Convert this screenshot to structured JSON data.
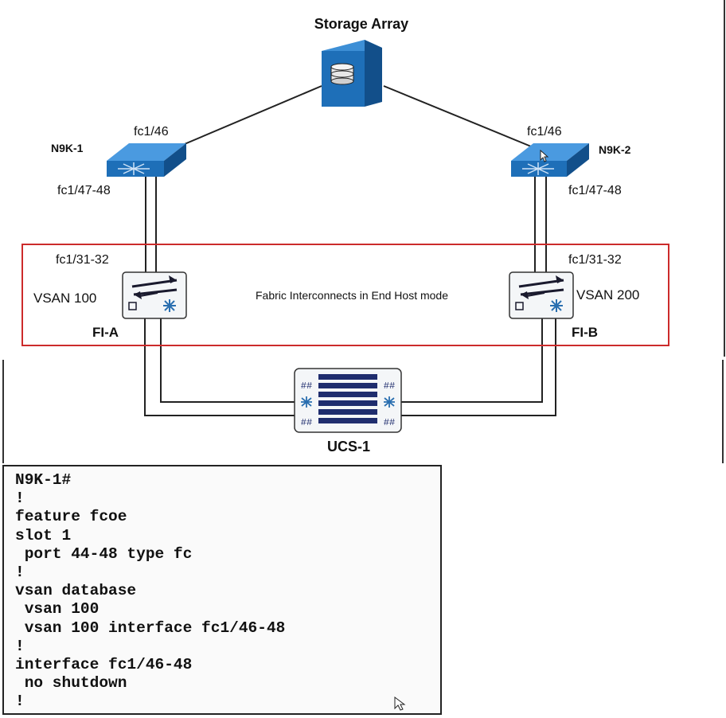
{
  "labels": {
    "storage_array": "Storage Array",
    "n9k1": "N9K-1",
    "n9k2": "N9K-2",
    "n9k1_port_top": "fc1/46",
    "n9k2_port_top": "fc1/46",
    "n9k1_port_down": "fc1/47-48",
    "n9k2_port_down": "fc1/47-48",
    "fia_port": "fc1/31-32",
    "fib_port": "fc1/31-32",
    "fia_vsan": "VSAN 100",
    "fib_vsan": "VSAN 200",
    "fia_name": "FI-A",
    "fib_name": "FI-B",
    "fi_mode": "Fabric Interconnects in End Host mode",
    "ucs": "UCS-1"
  },
  "colors": {
    "device_blue": "#1e6fb8",
    "device_blue_dark": "#124f8a",
    "fi_box_border": "#cc2b2b",
    "link": "#222222"
  },
  "config": {
    "lines": [
      "N9K-1#",
      "!",
      "feature fcoe",
      "slot 1",
      " port 44-48 type fc",
      "!",
      "vsan database",
      " vsan 100",
      " vsan 100 interface fc1/46-48",
      "!",
      "interface fc1/46-48",
      " no shutdown",
      "!"
    ]
  }
}
